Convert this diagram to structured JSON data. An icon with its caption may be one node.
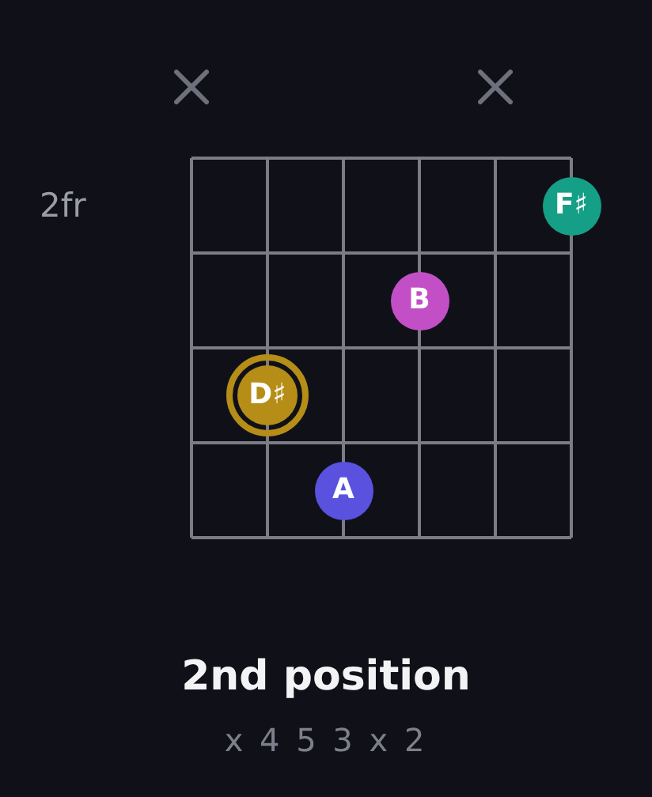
{
  "diagram": {
    "title": "2nd position",
    "nodes": [
      {
        "text": [
          "F♯"
        ]
      },
      {
        "text": [
          "B"
        ]
      },
      {
        "text": [
          "D♯"
        ]
      },
      {
        "text": [
          "A"
        ]
      }
    ],
    "labels": [
      "2fr",
      "x 4 5 3 x 2"
    ]
  }
}
